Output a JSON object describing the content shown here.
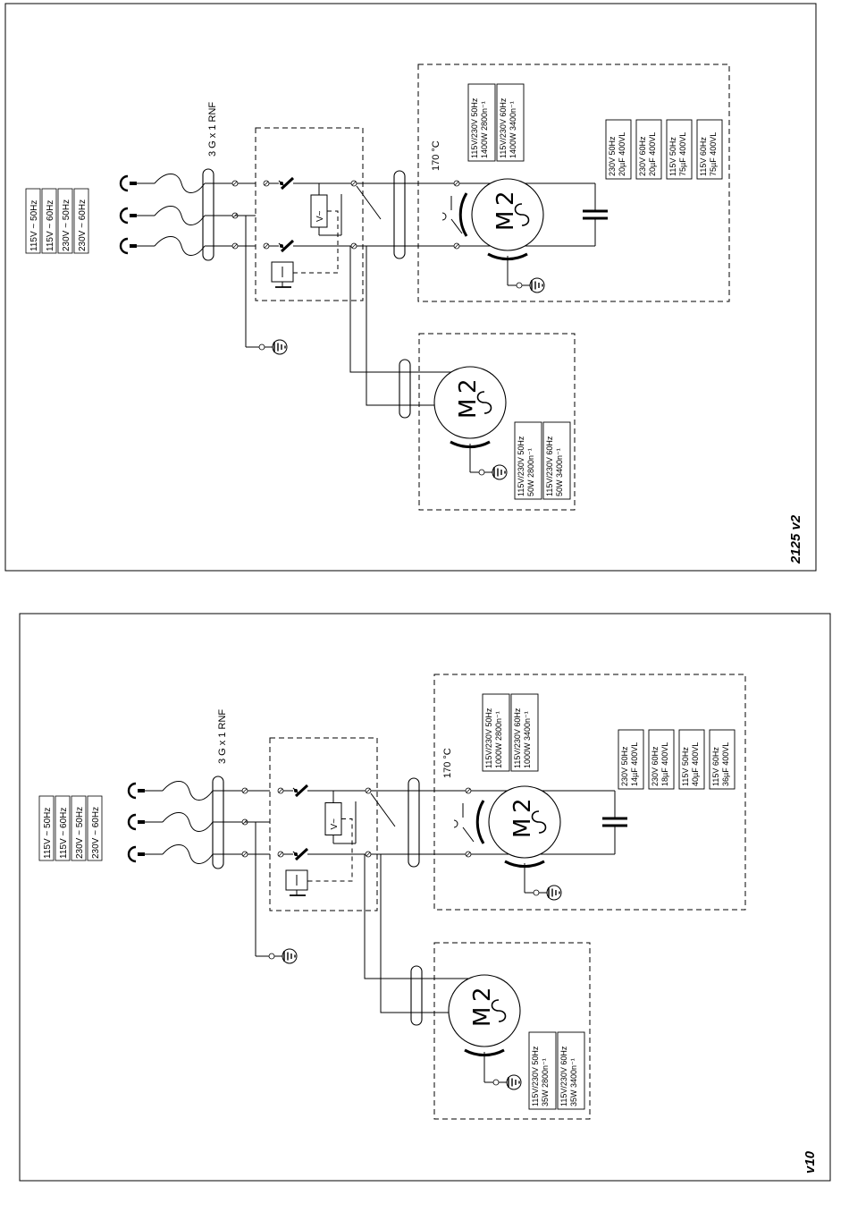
{
  "diagrams": [
    {
      "id": "top",
      "tag": "2125 v2",
      "cable": "3 G x 1 RNF",
      "thermostat": "170 °C",
      "supply": [
        "115V ~ 50Hz",
        "115V ~ 60Hz",
        "230V ~ 50Hz",
        "230V ~ 60Hz"
      ],
      "main_motor_label": "M",
      "main_motor_sub": "2",
      "main_motor_specs": [
        [
          "115V/230V 50Hz",
          "1400W  2800n⁻¹"
        ],
        [
          "115V/230V 60Hz",
          "1400W  3400n⁻¹"
        ]
      ],
      "cap_specs": [
        [
          "230V 50Hz",
          "20µF 400VL"
        ],
        [
          "230V 60Hz",
          "20µF 400VL"
        ],
        [
          "115V 50Hz",
          "75µF 400VL"
        ],
        [
          "115V 60Hz",
          "75µF 400VL"
        ]
      ],
      "small_motor_label": "M",
      "small_motor_sub": "2",
      "small_motor_specs": [
        [
          "115V/230V 50Hz",
          "50W  2800n⁻¹"
        ],
        [
          "115V/230V 60Hz",
          "50W  3400n⁻¹"
        ]
      ],
      "relay_label": "V~"
    },
    {
      "id": "bottom",
      "tag": "v10",
      "cable": "3 G x 1 RNF",
      "thermostat": "170 °C",
      "supply": [
        "115V ~ 50Hz",
        "115V ~ 60Hz",
        "230V ~ 50Hz",
        "230V ~ 60Hz"
      ],
      "main_motor_label": "M",
      "main_motor_sub": "2",
      "main_motor_specs": [
        [
          "115V/230V 50Hz",
          "1000W  2800n⁻¹"
        ],
        [
          "115V/230V 60Hz",
          "1000W  3400n⁻¹"
        ]
      ],
      "cap_specs": [
        [
          "230V 50Hz",
          "14µF 400VL"
        ],
        [
          "230V 60Hz",
          "18µF 400VL"
        ],
        [
          "115V 50Hz",
          "40µF 400VL"
        ],
        [
          "115V 60Hz",
          "36µF 400VL"
        ]
      ],
      "small_motor_label": "M",
      "small_motor_sub": "2",
      "small_motor_specs": [
        [
          "115V/230V 50Hz",
          "35W  2800n⁻¹"
        ],
        [
          "115V/230V 60Hz",
          "35W  3400n⁻¹"
        ]
      ],
      "relay_label": "V~"
    }
  ]
}
